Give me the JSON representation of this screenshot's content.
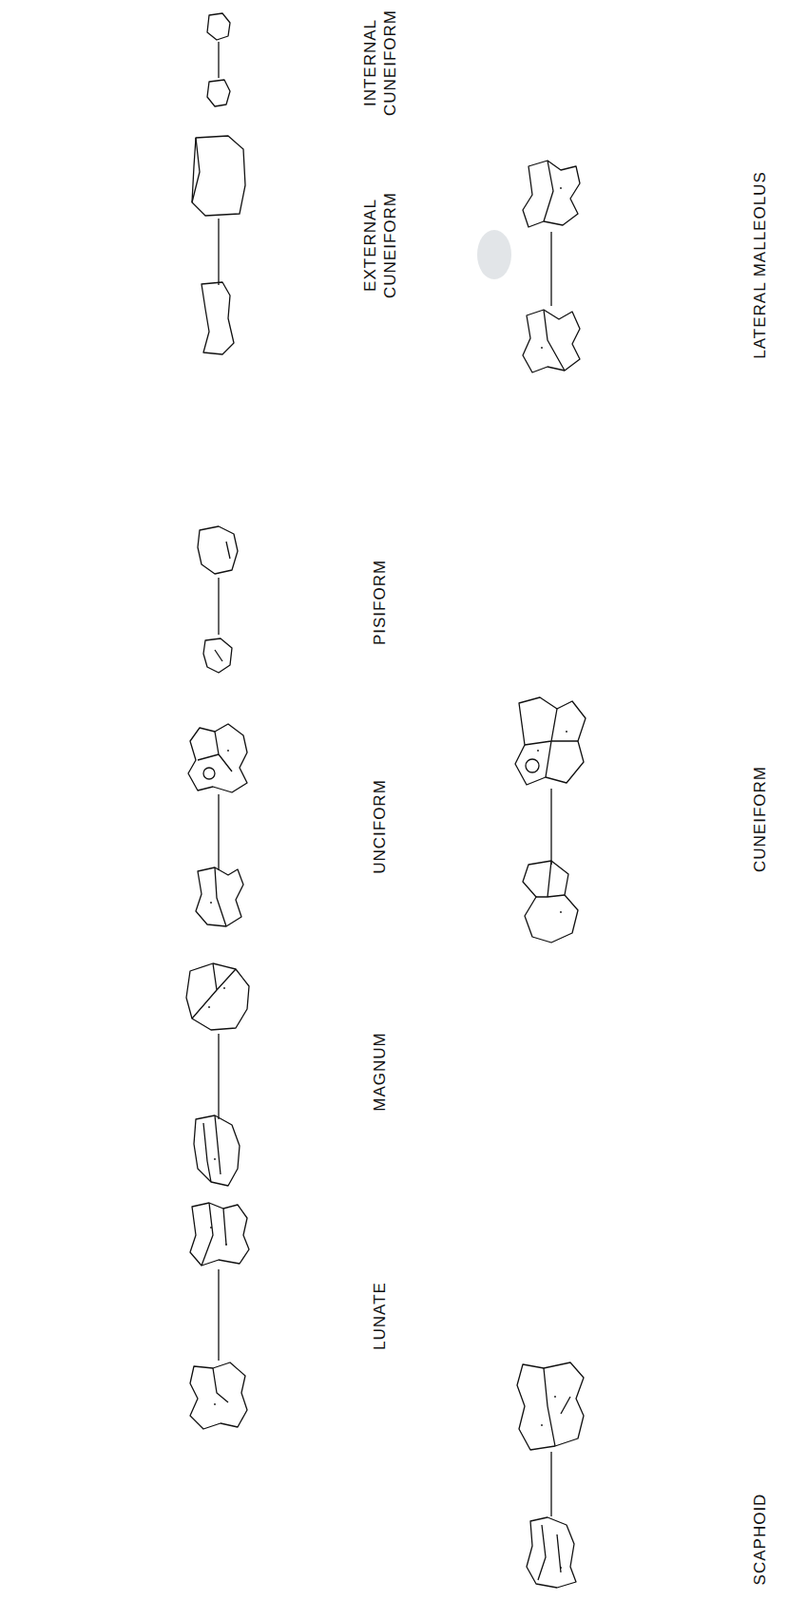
{
  "diagram": {
    "labels": [
      "LUNATE",
      "MAGNUM",
      "UNCIFORM",
      "PISIFORM",
      "EXTERNAL CUNEIFORM",
      "INTERNAL CUNEIFORM",
      "SCAPHOID",
      "CUNEIFORM",
      "LATERAL MALLEOLUS"
    ]
  }
}
